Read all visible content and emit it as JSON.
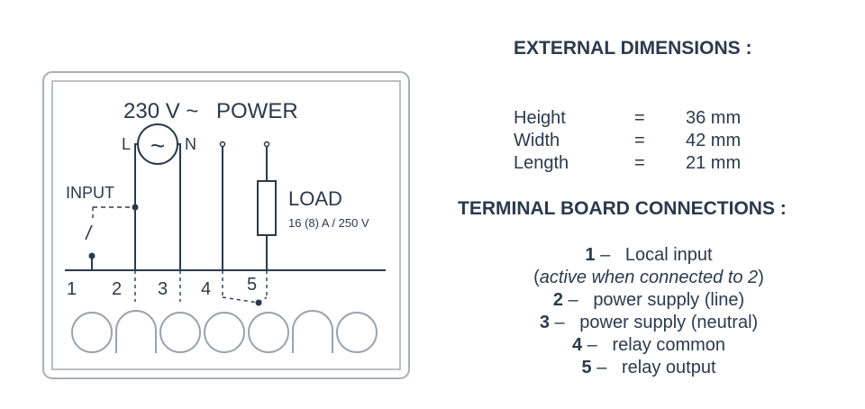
{
  "diagram": {
    "voltage_label": "230 V ~",
    "power_label": "POWER",
    "line_label": "L",
    "neutral_label": "N",
    "input_label": "INPUT",
    "load_label": "LOAD",
    "load_rating": "16 (8) A / 250 V",
    "terminal_numbers": [
      "1",
      "2",
      "3",
      "4",
      "5"
    ],
    "ac_symbol": "~"
  },
  "dimensions": {
    "title": "EXTERNAL DIMENSIONS :",
    "rows": [
      {
        "name": "Height",
        "eq": "=",
        "value": "36 mm"
      },
      {
        "name": "Width",
        "eq": "=",
        "value": "42 mm"
      },
      {
        "name": "Length",
        "eq": "=",
        "value": "21 mm"
      }
    ]
  },
  "terminals": {
    "title": "TERMINAL BOARD CONNECTIONS :",
    "items": [
      {
        "num": "1",
        "dash": "–",
        "text": "Local input"
      },
      {
        "num": "2",
        "dash": "–",
        "text": "power supply (line)"
      },
      {
        "num": "3",
        "dash": "–",
        "text": "power supply (neutral)"
      },
      {
        "num": "4",
        "dash": "–",
        "text": "relay common"
      },
      {
        "num": "5",
        "dash": "–",
        "text": "relay output"
      }
    ],
    "note_open": "(",
    "note": "active when connected to 2",
    "note_close": ")"
  }
}
